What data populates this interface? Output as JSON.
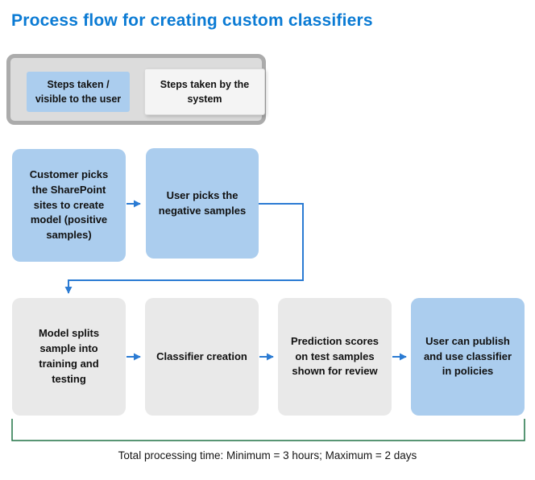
{
  "title": "Process flow for creating custom classifiers",
  "legend": {
    "user_label": "Steps taken / visible to the user",
    "system_label": "Steps taken by the system"
  },
  "flow": {
    "steps": [
      {
        "id": "pick-positive-samples",
        "type": "user",
        "label": "Customer picks the SharePoint sites to create model (positive samples)"
      },
      {
        "id": "pick-negative-samples",
        "type": "user",
        "label": "User picks the negative samples"
      },
      {
        "id": "model-splits-sample",
        "type": "system",
        "label": "Model splits sample into training and testing"
      },
      {
        "id": "classifier-creation",
        "type": "system",
        "label": "Classifier creation"
      },
      {
        "id": "prediction-scores-review",
        "type": "system",
        "label": "Prediction scores on test samples shown for review"
      },
      {
        "id": "publish-classifier",
        "type": "user",
        "label": "User can publish and use classifier in policies"
      }
    ]
  },
  "footer": {
    "total_text": "Total processing time: Minimum = 3 hours; Maximum = 2 days"
  },
  "colors": {
    "title_blue": "#0b7bd4",
    "user_step_fill": "#abcdee",
    "system_step_fill": "#e9e9e9",
    "legend_fill": "#dcdcdc",
    "legend_border": "#ababab",
    "arrow_blue": "#2b7bd3",
    "bracket_green": "#217346"
  }
}
